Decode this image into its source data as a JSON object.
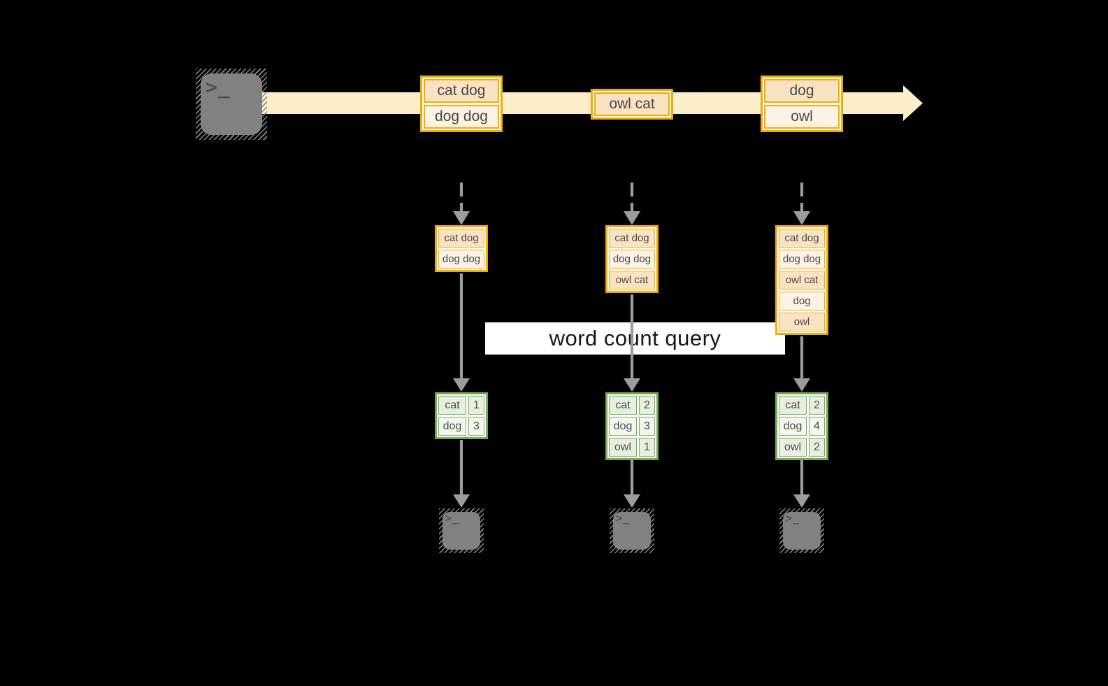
{
  "banner": {
    "label": "word count query"
  },
  "stream": {
    "record_groups": [
      {
        "rows": [
          "cat dog",
          "dog dog"
        ]
      },
      {
        "rows": [
          "owl cat"
        ]
      },
      {
        "rows": [
          "dog",
          "owl"
        ]
      }
    ]
  },
  "pipelines": [
    {
      "buffer": [
        "cat dog",
        "dog dog"
      ],
      "counts": [
        {
          "word": "cat",
          "count": "1"
        },
        {
          "word": "dog",
          "count": "3"
        }
      ]
    },
    {
      "buffer": [
        "cat dog",
        "dog dog",
        "owl cat"
      ],
      "counts": [
        {
          "word": "cat",
          "count": "2"
        },
        {
          "word": "dog",
          "count": "3"
        },
        {
          "word": "owl",
          "count": "1"
        }
      ]
    },
    {
      "buffer": [
        "cat dog",
        "dog dog",
        "owl cat",
        "dog",
        "owl"
      ],
      "counts": [
        {
          "word": "cat",
          "count": "2"
        },
        {
          "word": "dog",
          "count": "4"
        },
        {
          "word": "owl",
          "count": "2"
        }
      ]
    }
  ],
  "icons": {
    "terminal_prompt": ">_"
  },
  "colors": {
    "background": "#000000",
    "gold": "#f0ad00",
    "peach": "#fae3c3",
    "cream": "#fdf2e3",
    "band": "#fbeec9",
    "green": "#77ab55",
    "green_dark": "#e9efdf",
    "green_light": "#f4f7ef",
    "arrow": "#9c9c9c",
    "terminal": "#818181",
    "terminal_hatch": "#8b8b8b",
    "prompt": "#4f4f4f",
    "banner_bg": "#ffffff",
    "banner_text": "#161616",
    "box_text": "#494949",
    "table_text": "#4e4e4e"
  }
}
